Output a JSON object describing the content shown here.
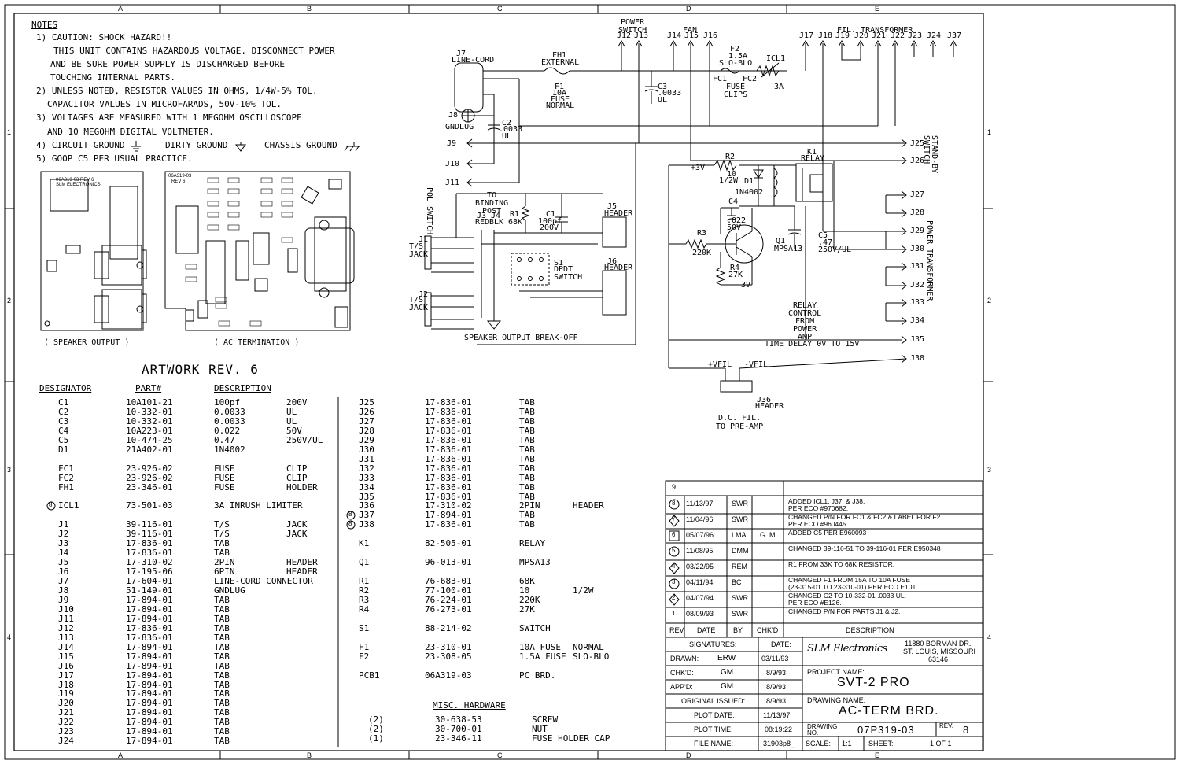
{
  "grid": {
    "cols": [
      "A",
      "B",
      "C",
      "D",
      "E"
    ],
    "rows": [
      "1",
      "2",
      "3",
      "4"
    ]
  },
  "notes": {
    "title": "NOTES",
    "lines": [
      "1) CAUTION:   SHOCK HAZARD!!",
      "THIS UNIT CONTAINS HAZARDOUS VOLTAGE.  DISCONNECT POWER",
      "AND BE SURE POWER SUPPLY IS DISCHARGED BEFORE",
      "TOUCHING INTERNAL PARTS.",
      "2) UNLESS NOTED, RESISTOR VALUES IN OHMS, 1/4W-5% TOL.",
      "CAPACITOR VALUES IN MICROFARADS, 50V-10% TOL.",
      "3) VOLTAGES ARE MEASURED WITH 1 MEGOHM OSCILLOSCOPE",
      "AND 10 MEGOHM DIGITAL VOLTMETER.",
      "4) CIRCUIT GROUND",
      "DIRTY GROUND",
      "CHASSIS GROUND",
      "5) GOOP C5 PER USUAL PRACTICE."
    ]
  },
  "pcb": {
    "speaker_label": "06A319-03 REV 6",
    "speaker_label2": "SLM ELECTRONICS",
    "ac_label": "06A319-03",
    "ac_label2": "REV 6",
    "speaker_caption": "( SPEAKER OUTPUT )",
    "ac_caption": "( AC TERMINATION )"
  },
  "artwork_title": "ARTWORK REV. 6",
  "parts_headers": {
    "designator": "DESIGNATOR",
    "part": "PART#",
    "description": "DESCRIPTION"
  },
  "parts_left": [
    [
      "C1",
      "10A101-21",
      "100pf",
      "200V"
    ],
    [
      "C2",
      "10-332-01",
      "0.0033",
      "UL"
    ],
    [
      "C3",
      "10-332-01",
      "0.0033",
      "UL"
    ],
    [
      "C4",
      "10A223-01",
      "0.022",
      "50V"
    ],
    [
      "C5",
      "10-474-25",
      "0.47",
      "250V/UL"
    ],
    [
      "D1",
      "21A402-01",
      "1N4002",
      ""
    ],
    [
      "",
      "",
      "",
      ""
    ],
    [
      "FC1",
      "23-926-02",
      "FUSE",
      "CLIP"
    ],
    [
      "FC2",
      "23-926-02",
      "FUSE",
      "CLIP"
    ],
    [
      "FH1",
      "23-346-01",
      "FUSE",
      "HOLDER"
    ],
    [
      "",
      "",
      "",
      ""
    ],
    [
      "ICL1",
      "73-501-03",
      "3A INRUSH LIMITER",
      ""
    ],
    [
      "",
      "",
      "",
      ""
    ],
    [
      "J1",
      "39-116-01",
      "T/S",
      "JACK"
    ],
    [
      "J2",
      "39-116-01",
      "T/S",
      "JACK"
    ],
    [
      "J3",
      "17-836-01",
      "TAB",
      ""
    ],
    [
      "J4",
      "17-836-01",
      "TAB",
      ""
    ],
    [
      "J5",
      "17-310-02",
      "2PIN",
      "HEADER"
    ],
    [
      "J6",
      "17-195-06",
      "6PIN",
      "HEADER"
    ],
    [
      "J7",
      "17-604-01",
      "LINE-CORD CONNECTOR",
      ""
    ],
    [
      "J8",
      "51-149-01",
      "GNDLUG",
      ""
    ],
    [
      "J9",
      "17-894-01",
      "TAB",
      ""
    ],
    [
      "J10",
      "17-894-01",
      "TAB",
      ""
    ],
    [
      "J11",
      "17-894-01",
      "TAB",
      ""
    ],
    [
      "J12",
      "17-836-01",
      "TAB",
      ""
    ],
    [
      "J13",
      "17-836-01",
      "TAB",
      ""
    ],
    [
      "J14",
      "17-894-01",
      "TAB",
      ""
    ],
    [
      "J15",
      "17-894-01",
      "TAB",
      ""
    ],
    [
      "J16",
      "17-894-01",
      "TAB",
      ""
    ],
    [
      "J17",
      "17-894-01",
      "TAB",
      ""
    ],
    [
      "J18",
      "17-894-01",
      "TAB",
      ""
    ],
    [
      "J19",
      "17-894-01",
      "TAB",
      ""
    ],
    [
      "J20",
      "17-894-01",
      "TAB",
      ""
    ],
    [
      "J21",
      "17-894-01",
      "TAB",
      ""
    ],
    [
      "J22",
      "17-894-01",
      "TAB",
      ""
    ],
    [
      "J23",
      "17-894-01",
      "TAB",
      ""
    ],
    [
      "J24",
      "17-894-01",
      "TAB",
      ""
    ]
  ],
  "parts_right": [
    [
      "J25",
      "17-836-01",
      "TAB",
      ""
    ],
    [
      "J26",
      "17-836-01",
      "TAB",
      ""
    ],
    [
      "J27",
      "17-836-01",
      "TAB",
      ""
    ],
    [
      "J28",
      "17-836-01",
      "TAB",
      ""
    ],
    [
      "J29",
      "17-836-01",
      "TAB",
      ""
    ],
    [
      "J30",
      "17-836-01",
      "TAB",
      ""
    ],
    [
      "J31",
      "17-836-01",
      "TAB",
      ""
    ],
    [
      "J32",
      "17-836-01",
      "TAB",
      ""
    ],
    [
      "J33",
      "17-836-01",
      "TAB",
      ""
    ],
    [
      "J34",
      "17-836-01",
      "TAB",
      ""
    ],
    [
      "J35",
      "17-836-01",
      "TAB",
      ""
    ],
    [
      "J36",
      "17-310-02",
      "2PIN",
      "HEADER"
    ],
    [
      "J37",
      "17-894-01",
      "TAB",
      ""
    ],
    [
      "J38",
      "17-836-01",
      "TAB",
      ""
    ],
    [
      "",
      "",
      "",
      ""
    ],
    [
      "K1",
      "82-505-01",
      "RELAY",
      ""
    ],
    [
      "",
      "",
      "",
      ""
    ],
    [
      "Q1",
      "96-013-01",
      "MPSA13",
      ""
    ],
    [
      "",
      "",
      "",
      ""
    ],
    [
      "R1",
      "76-683-01",
      "68K",
      ""
    ],
    [
      "R2",
      "77-100-01",
      "10",
      "1/2W"
    ],
    [
      "R3",
      "76-224-01",
      "220K",
      ""
    ],
    [
      "R4",
      "76-273-01",
      "27K",
      ""
    ],
    [
      "",
      "",
      "",
      ""
    ],
    [
      "S1",
      "88-214-02",
      "SWITCH",
      ""
    ],
    [
      "",
      "",
      "",
      ""
    ],
    [
      "F1",
      "23-310-01",
      "10A FUSE",
      "NORMAL"
    ],
    [
      "F2",
      "23-308-05",
      "1.5A FUSE",
      "SLO-BLO"
    ],
    [
      "",
      "",
      "",
      ""
    ],
    [
      "PCB1",
      "06A319-03",
      "PC BRD.",
      ""
    ]
  ],
  "misc": {
    "title": "MISC. HARDWARE",
    "rows": [
      [
        "(2)",
        "30-638-53",
        "SCREW"
      ],
      [
        "(2)",
        "30-700-01",
        "NUT"
      ],
      [
        "(1)",
        "23-346-11",
        "FUSE HOLDER CAP"
      ]
    ]
  },
  "rev_markers": {
    "icl1": "8",
    "j37": "8",
    "j38": "8"
  },
  "schematic": {
    "power_switch": "POWER\nSWITCH",
    "fan": "FAN",
    "fil_transformer": "FIL. TRANSFORMER",
    "top_jacks": [
      "J12",
      "J13",
      "J14",
      "J15",
      "J16",
      "J17",
      "J18",
      "J19",
      "J20",
      "J21",
      "J22",
      "J23",
      "J24",
      "J37"
    ],
    "j7": "J7",
    "line_cord": "LINE-CORD",
    "fh1": "FH1",
    "external": "EXTERNAL",
    "f1": "F1",
    "f1_val": "10A",
    "f1_type": "FUSE",
    "f1_normal": "NORMAL",
    "f2": "F2",
    "f2_val": "1.5A",
    "f2_type": "SLO-BLO",
    "fc1": "FC1",
    "fc2": "FC2",
    "fuse_clips": "FUSE\nCLIPS",
    "icl1": "ICL1",
    "icl1_val": "3A",
    "c3": "C3",
    "c3_val": ".0033",
    "c3_ul": "UL",
    "j8": "J8",
    "gndlug": "GNDLUG",
    "c2": "C2",
    "c2_val": ".0033",
    "c2_ul": "UL",
    "pol_switch": "POL SWITCH",
    "j9": "J9",
    "j10": "J10",
    "j11": "J11",
    "to_binding": "TO\nBINDING\nPOST",
    "j3": "J3",
    "j4": "J4",
    "red": "RED",
    "blk": "BLK",
    "r1": "R1",
    "r1_val": "68K",
    "c1": "C1",
    "c1_val": "100pf",
    "c1_v": "200V",
    "j5": "J5",
    "j5_hdr": "HEADER",
    "j6": "J6",
    "j6_hdr": "HEADER",
    "j1": "J1",
    "j1_type": "T/S\nJACK",
    "j2": "J2",
    "j2_type": "T/S\nJACK",
    "s1": "S1",
    "s1_type": "DPDT\nSWITCH",
    "speaker_breakoff": "SPEAKER OUTPUT BREAK-OFF",
    "plus3v": "+3V",
    "r2": "R2",
    "r2_val": "10",
    "r2_w": "1/2W",
    "d1": "D1",
    "d1_val": "1N4002",
    "k1": "K1",
    "relay": "RELAY",
    "c4": "C4",
    "c4_val": ".022",
    "c4_v": "50V",
    "r3": "R3",
    "r3_val": "220K",
    "q1": "Q1",
    "q1_val": "MPSA13",
    "r4": "R4",
    "r4_val": "27K",
    "minus3v": "-3V",
    "c5": "C5",
    "c5_val": ".47",
    "c5_v": "250V/UL",
    "relay_ctrl": "RELAY\nCONTROL\nFROM\nPOWER\nAMP",
    "time_delay": "TIME DELAY 0V TO 15V",
    "vfil_p": "+VFIL",
    "vfil_m": "-VFIL",
    "j36": "J36",
    "j36_hdr": "HEADER",
    "dc_fil": "D.C. FIL.\nTO PRE-AMP",
    "right_jacks": [
      "J25",
      "J26",
      "J27",
      "J28",
      "J29",
      "J30",
      "J31",
      "J32",
      "J33",
      "J34",
      "J35",
      "J38"
    ],
    "standby": "STAND-BY\nSWITCH",
    "power_transformer": "POWER TRANSFORMER"
  },
  "revisions": {
    "header": {
      "rev": "REV",
      "date": "DATE",
      "by": "BY",
      "chkd": "CHK'D",
      "desc": "DESCRIPTION"
    },
    "top": "9",
    "rows": [
      [
        "8",
        "11/13/97",
        "SWR",
        "",
        "ADDED ICL1, J37, & J38.\nPER ECO #970682."
      ],
      [
        "7",
        "11/04/96",
        "SWR",
        "",
        "CHANGED P/N FOR FC1 & FC2 & LABEL FOR F2.\nPER ECO #960445."
      ],
      [
        "6",
        "05/07/96",
        "LMA",
        "G. M.",
        "ADDED C5 PER E960093"
      ],
      [
        "5",
        "11/08/95",
        "DMM",
        "",
        "CHANGED 39-116-51 TO 39-116-01 PER E950348"
      ],
      [
        "4",
        "03/22/95",
        "REM",
        "",
        "R1 FROM 33K TO 68K RESISTOR."
      ],
      [
        "3",
        "04/11/94",
        "BC",
        "",
        "CHANGED F1 FROM 15A TO 10A FUSE\n(23-315-01 TO 23-310-01) PER ECO E101"
      ],
      [
        "2",
        "04/07/94",
        "SWR",
        "",
        "CHANGED C2 TO 10-332-01 .0033 UL.\nPER ECO #E126."
      ],
      [
        "1",
        "08/09/93",
        "SWR",
        "",
        "CHANGED P/N FOR PARTS J1 & J2."
      ]
    ]
  },
  "titleblock": {
    "signatures": "SIGNATURES:",
    "date": "DATE:",
    "drawn": "DRAWN:",
    "drawn_by": "ERW",
    "drawn_date": "03/11/93",
    "chkd": "CHK'D:",
    "chkd_by": "GM",
    "chkd_date": "8/9/93",
    "appd": "APP'D:",
    "appd_by": "GM",
    "appd_date": "8/9/93",
    "orig": "ORIGINAL ISSUED:",
    "orig_date": "8/9/93",
    "plot_date": "PLOT DATE:",
    "plot_date_val": "11/13/97",
    "plot_time": "PLOT TIME:",
    "plot_time_val": "08:19:22",
    "file_name": "FILE NAME:",
    "file_name_val": "31903p8_",
    "logo": "SLM Electronics",
    "addr1": "11880 BORMAN DR.",
    "addr2": "ST. LOUIS, MISSOURI",
    "addr3": "63146",
    "project_label": "PROJECT NAME:",
    "project": "SVT-2 PRO",
    "drawing_label": "DRAWING NAME:",
    "drawing": "AC-TERM BRD.",
    "drawing_no_label": "DRAWING\nNO.",
    "drawing_no": "07P319-03",
    "rev_label": "REV.",
    "rev": "8",
    "scale_label": "SCALE:",
    "scale": "1:1",
    "sheet_label": "SHEET:",
    "sheet": "1 OF 1"
  }
}
